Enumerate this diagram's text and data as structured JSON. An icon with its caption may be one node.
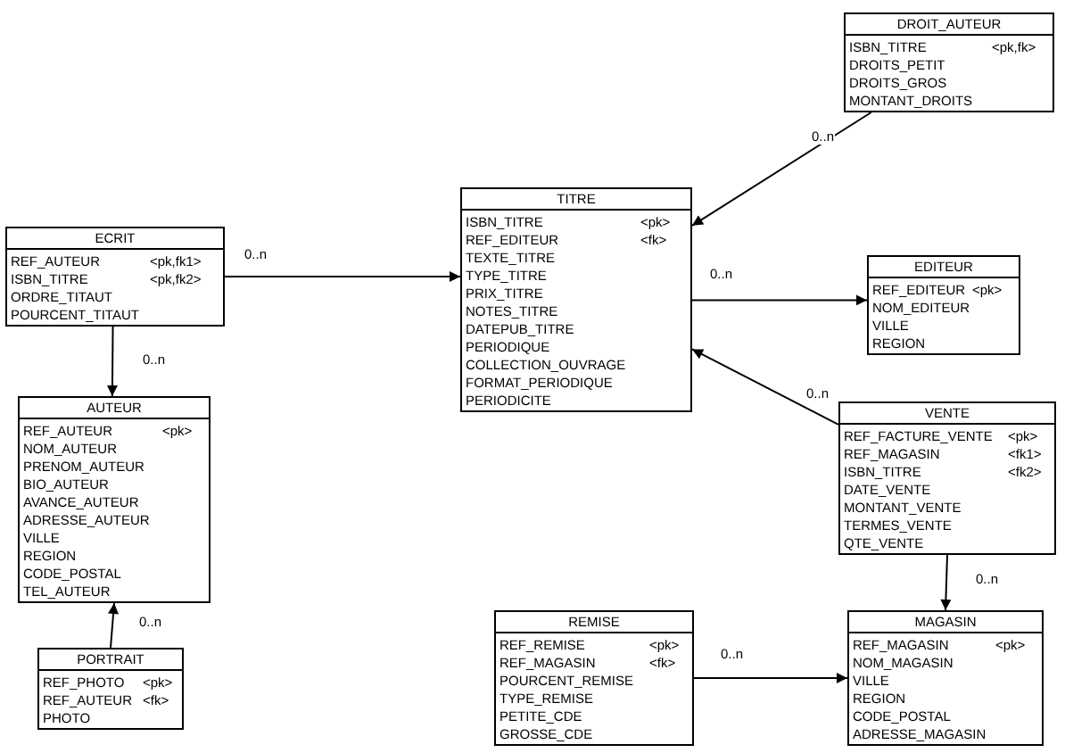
{
  "diagram": {
    "nodes": [
      {
        "text": [
          "DROIT_AUTEUR",
          "ISBN_TITRE",
          "<pk,fk>",
          "DROITS_PETIT",
          "DROITS_GROS",
          "MONTANT_DROITS"
        ]
      },
      {
        "text": [
          "TITRE",
          "ISBN_TITRE",
          "<pk>",
          "REF_EDITEUR",
          "<fk>",
          "TEXTE_TITRE",
          "TYPE_TITRE",
          "PRIX_TITRE",
          "NOTES_TITRE",
          "DATEPUB_TITRE",
          "PERIODIQUE",
          "COLLECTION_OUVRAGE",
          "FORMAT_PERIODIQUE",
          "PERIODICITE"
        ]
      },
      {
        "text": [
          "ECRIT",
          "REF_AUTEUR",
          "<pk,fk1>",
          "ISBN_TITRE",
          "<pk,fk2>",
          "ORDRE_TITAUT",
          "POURCENT_TITAUT"
        ]
      },
      {
        "text": [
          "EDITEUR",
          "REF_EDITEUR",
          "<pk>",
          "NOM_EDITEUR",
          "VILLE",
          "REGION"
        ]
      },
      {
        "text": [
          "AUTEUR",
          "REF_AUTEUR",
          "<pk>",
          "NOM_AUTEUR",
          "PRENOM_AUTEUR",
          "BIO_AUTEUR",
          "AVANCE_AUTEUR",
          "ADRESSE_AUTEUR",
          "VILLE",
          "REGION",
          "CODE_POSTAL",
          "TEL_AUTEUR"
        ]
      },
      {
        "text": [
          "VENTE",
          "REF_FACTURE_VENTE",
          "<pk>",
          "REF_MAGASIN",
          "<fk1>",
          "ISBN_TITRE",
          "<fk2>",
          "DATE_VENTE",
          "MONTANT_VENTE",
          "TERMES_VENTE",
          "QTE_VENTE"
        ]
      },
      {
        "text": [
          "PORTRAIT",
          "REF_PHOTO",
          "<pk>",
          "REF_AUTEUR",
          "<fk>",
          "PHOTO"
        ]
      },
      {
        "text": [
          "REMISE",
          "REF_REMISE",
          "<pk>",
          "REF_MAGASIN",
          "<fk>",
          "POURCENT_REMISE",
          "TYPE_REMISE",
          "PETITE_CDE",
          "GROSSE_CDE"
        ]
      },
      {
        "text": [
          "MAGASIN",
          "REF_MAGASIN",
          "<pk>",
          "NOM_MAGASIN",
          "VILLE",
          "REGION",
          "CODE_POSTAL",
          "ADRESSE_MAGASIN"
        ]
      }
    ],
    "edges": [
      {
        "from": 0,
        "to": 1,
        "arrow": "to",
        "label": "0..n"
      },
      {
        "from": 2,
        "to": 1,
        "arrow": "to",
        "label": "0..n"
      },
      {
        "from": 1,
        "to": 3,
        "arrow": "to",
        "label": "0..n"
      },
      {
        "from": 2,
        "to": 4,
        "arrow": "to",
        "label": "0..n"
      },
      {
        "from": 5,
        "to": 1,
        "arrow": "to",
        "label": "0..n"
      },
      {
        "from": 6,
        "to": 4,
        "arrow": "to",
        "label": "0..n"
      },
      {
        "from": 5,
        "to": 8,
        "arrow": "to",
        "label": "0..n"
      },
      {
        "from": 7,
        "to": 8,
        "arrow": "to",
        "label": "0..n"
      }
    ]
  }
}
